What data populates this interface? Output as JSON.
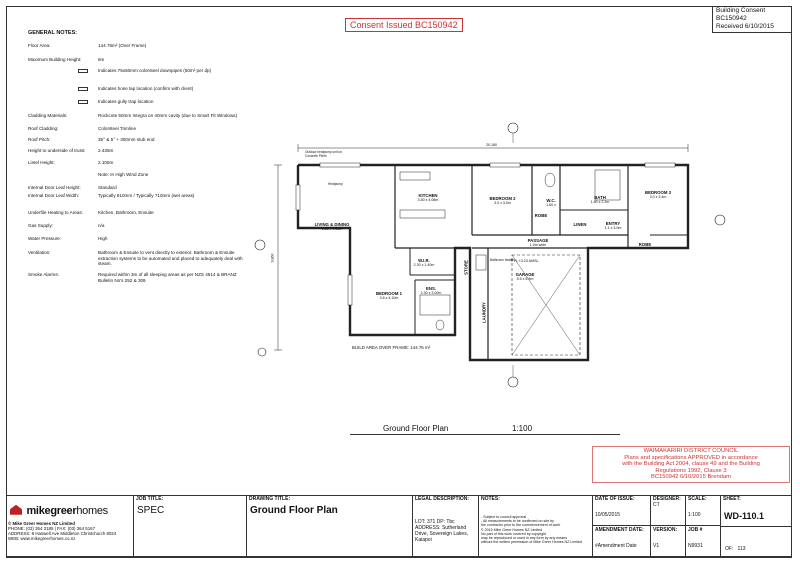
{
  "stamps": {
    "consent": "Consent Issued BC150942",
    "bc_line1": "Building Consent BC150942",
    "bc_line2": "Received 6/10/2015",
    "council": [
      "WAIMAKARIRI DISTRICT COUNCIL",
      "Plans and specifications APPROVED in accordance",
      "with the Building Act 2004, clause 49 and the Building",
      "Regulations 1992, Clause 3",
      "BC150942 6/10/2015   Brendam"
    ]
  },
  "notes": {
    "title": "GENERAL NOTES:",
    "rows": [
      {
        "label": "Floor Area:",
        "value": "144.76m² (Over Frame)"
      },
      {
        "label": "Maximum Building Height:",
        "value": "6m"
      },
      {
        "label": "",
        "value": "Indicates 75x50mm colorsteel downpipes (50m² per dp)"
      },
      {
        "label": "",
        "value": "Indicates hose tap location (confirm with client)"
      },
      {
        "label": "",
        "value": "Indicates gully trap location"
      },
      {
        "label": "Cladding Materials:",
        "value": "Rockcote 50mm Integra on 40mm cavity (due to Smart Fit Windows)"
      },
      {
        "label": "Roof Cladding:",
        "value": "Colorsteel Trimline"
      },
      {
        "label": "Roof Pitch:",
        "value": "35° & 5° + 300mm stub end"
      },
      {
        "label": "Height to underside of truss:",
        "value": "2.435m"
      },
      {
        "label": "Lintel Height:",
        "value": "2.105m"
      },
      {
        "label": "",
        "value": "Note: In High Wind Zone"
      },
      {
        "label": "Internal Door Leaf Height:",
        "value": "Standard"
      },
      {
        "label": "Internal Door Leaf Width:",
        "value": "Typically 810mm / Typically 710mm (wet areas)"
      },
      {
        "label": "Underfile Heating to Areas:",
        "value": "Kitchen, Bathroom, Ensuite"
      },
      {
        "label": "Gas Supply:",
        "value": "n/a"
      },
      {
        "label": "Water Pressure:",
        "value": "High"
      },
      {
        "label": "Ventilation:",
        "value": "Bathroom & Ensuite to vent directly to exterior. Bathroom & Ensuite extraction systems to be automated and placed to adequately deal with steam."
      },
      {
        "label": "Smoke Alarms:",
        "value": "Required within 3m of all sleeping areas as per NZS 4514 & BRANZ Bulletin No's 252 & 309"
      }
    ]
  },
  "plan": {
    "caption": "Ground Floor Plan",
    "scale": "1:100",
    "overall_dim": "20,180",
    "side_dim": "9,860",
    "build_area": "BUILD AREA OVER FRAME: 144.76 m²",
    "rooms": {
      "living": {
        "name": "LIVING & DINING",
        "dims": "6.86 x 4.86m"
      },
      "kitchen": {
        "name": "KITCHEN",
        "dims": "3.50 x 4.08m"
      },
      "bedroom2": {
        "name": "BEDROOM 2",
        "dims": "3.0 x 3.0m"
      },
      "wc": {
        "name": "W.C.",
        "dims": "1.60 x"
      },
      "bath": {
        "name": "BATH",
        "dims": "1.80 x 2.2m"
      },
      "bedroom3": {
        "name": "BEDROOM 3",
        "dims": "3.0 x 3.4m"
      },
      "robe_a": "ROBE",
      "robe_b": "ROBE",
      "linen": "LINEN",
      "entry": {
        "name": "ENTRY",
        "dims": "1.1 x 3.0m"
      },
      "passage": {
        "name": "PASSAGE",
        "dims": "1.0m wide"
      },
      "wir": {
        "name": "W.I.R.",
        "dims": "2.30 x 1.40m"
      },
      "bedroom1": {
        "name": "BEDROOM 1",
        "dims": "3.6 x 4.10m"
      },
      "ens": {
        "name": "ENS.",
        "dims": "2.30 x 3.00m"
      },
      "store": "STORE",
      "laundry": "LAUNDRY",
      "garage": {
        "name": "GARAGE",
        "dims": "5.5 x 5.9m"
      },
      "garage_door": "FFL +3.23 AMSL",
      "heatpump": "Outdoor heatpump unit on Concrete Plinth",
      "heatpump2": "Heatpump",
      "bath_heater": "Bathroom heater"
    }
  },
  "titleblock": {
    "logo_main": "mikegreer",
    "logo_sub": "homes",
    "company": "© Mike Greer Homes NZ Limited",
    "phone": "PHONE: (03) 364 3185  |  FAX: (03) 364 5167",
    "address": "ADDRESS: 8 Haswell Ave Middleton Christchurch 8024",
    "web": "WEB: www.mikegreerhomes.co.nz",
    "job_title_label": "JOB TITLE:",
    "job_title": "SPEC",
    "drawing_title_label": "DRAWING TITLE:",
    "drawing_title": "Ground Floor Plan",
    "legal_label": "LEGAL DESCRIPTION:",
    "legal_lines": [
      "LOT: 371   DP: Tbc",
      "ADDRESS: Sutherland",
      "Drive, Sovereign Lakes,",
      "Kaiapoi"
    ],
    "notes_label": "NOTES:",
    "notes_lines": [
      "- Subject to council approval",
      "- All measurements to be confirmed on site by",
      "  the contractor prior to the commencement of work",
      "© 2015 Mike Greer Homes NZ Limited",
      "No part of this work covered by copyright",
      "may be reproduced or used in any form by any means",
      "without the written permission of Mike Greer Homes NZ Limited"
    ],
    "date_label": "DATE OF ISSUE:",
    "date": "10/05/2015",
    "designer_label": "DESIGNER:",
    "designer": "CT",
    "scale_label": "SCALE:",
    "scale": "1:100",
    "sheet_label": "SHEET:",
    "sheet": "WD-110.1",
    "amend_label": "AMENDMENT DATE:",
    "amend": "#Amendment Date",
    "version_label": "VERSION:",
    "version": "V1",
    "job_label": "JOB #",
    "job": "N9931",
    "of_label": "OF:",
    "of": "113"
  }
}
